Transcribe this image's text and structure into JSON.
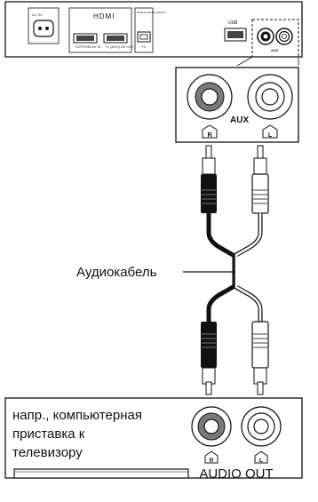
{
  "rear_panel": {
    "ac_in_label": "AC IN ~",
    "hdmi_logo": "HDMI",
    "hdmi_port_1_label": "TO/FROM AV IN",
    "hdmi_port_2_label": "TV (ARC) AV OUT",
    "optical_label": "OPTICAL DIGITAL AUDIO IN",
    "optical_sub_label": "TV",
    "usb_label": "USB",
    "aux_label": "AUX"
  },
  "aux_callout": {
    "label": "AUX",
    "left_channel_mark": "R",
    "right_channel_mark": "L"
  },
  "cable": {
    "label": "Аудиокабель"
  },
  "source_device": {
    "description_line_1": "напр., компьютерная",
    "description_line_2": "приставка к",
    "description_line_3": "телевизору",
    "left_channel_mark": "R",
    "right_channel_mark": "L",
    "output_label": "AUDIO OUT"
  },
  "colors": {
    "outline": "#111111",
    "panel_fill": "#ffffff",
    "jack_red_channel": "#7a7a7a",
    "cable_dark": "#111111",
    "cable_light": "#ffffff"
  }
}
